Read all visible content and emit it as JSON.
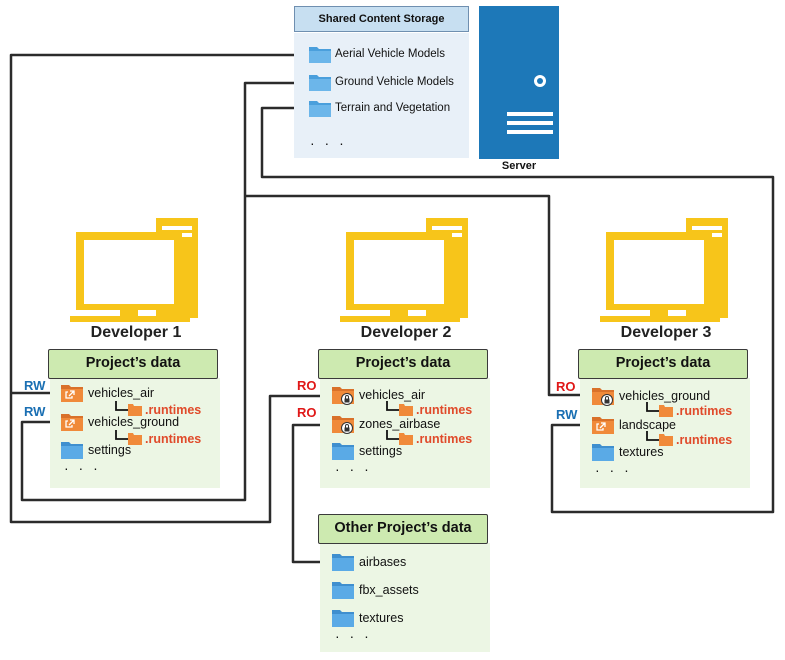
{
  "storage": {
    "title": "Shared Content Storage",
    "items": [
      "Aerial Vehicle Models",
      "Ground Vehicle Models",
      "Terrain and Vegetation"
    ],
    "more": "· · ·"
  },
  "server": {
    "label": "Server"
  },
  "developers": [
    {
      "name": "Developer 1",
      "panel_title": "Project’s data",
      "items": [
        {
          "label": "vehicles_air",
          "access": "RW",
          "sub": ".runtimes"
        },
        {
          "label": "vehicles_ground",
          "access": "RW",
          "sub": ".runtimes"
        },
        {
          "label": "settings"
        }
      ],
      "more": "· · ·"
    },
    {
      "name": "Developer 2",
      "panel_title": "Project’s data",
      "items": [
        {
          "label": "vehicles_air",
          "access": "RO",
          "sub": ".runtimes"
        },
        {
          "label": "zones_airbase",
          "access": "RO",
          "sub": ".runtimes"
        },
        {
          "label": "settings"
        }
      ],
      "more": "· · ·"
    },
    {
      "name": "Developer 3",
      "panel_title": "Project’s data",
      "items": [
        {
          "label": "vehicles_ground",
          "access": "RO",
          "sub": ".runtimes"
        },
        {
          "label": "landscape",
          "access": "RW",
          "sub": ".runtimes"
        },
        {
          "label": "textures"
        }
      ],
      "more": "· · ·"
    }
  ],
  "other_project": {
    "title": "Other Project’s data",
    "items": [
      "airbases",
      "fbx_assets",
      "textures"
    ],
    "more": "· · ·"
  },
  "colors": {
    "accent_blue": "#1d78b8",
    "monitor_yellow": "#f7c51a",
    "folder_blue": "#4a9fdc",
    "folder_orange": "#f08a3a",
    "rw": "#1a6fb3",
    "ro": "#e01818",
    "panel_green": "#cdeab0"
  }
}
